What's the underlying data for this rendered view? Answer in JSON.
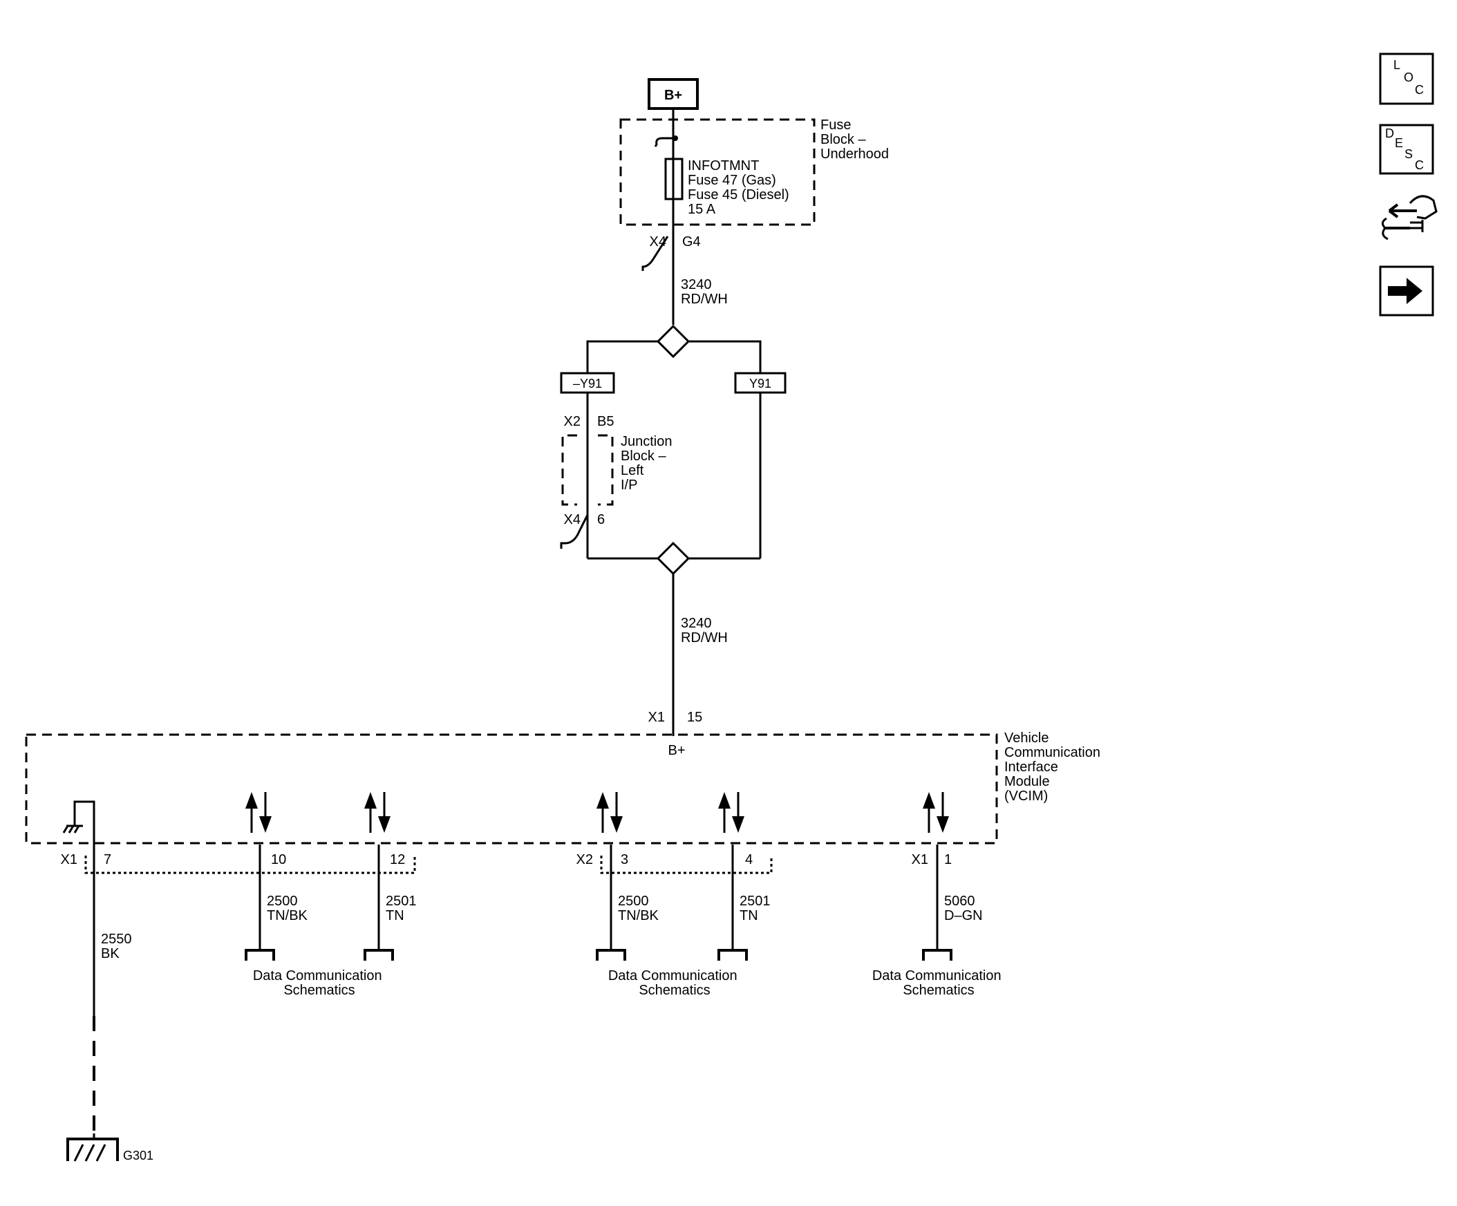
{
  "power": {
    "battery_label": "B+",
    "fuse_block_label": [
      "Fuse",
      "Block –",
      "Underhood"
    ],
    "fuse_label": [
      "INFOTMNT",
      "Fuse 47 (Gas)",
      "Fuse 45 (Diesel)",
      "15 A"
    ],
    "connector": "X4",
    "pin": "G4"
  },
  "wire_upper": {
    "circuit": "3240",
    "color": "RD/WH"
  },
  "options": {
    "left": "–Y91",
    "right": "Y91"
  },
  "junction_block": {
    "label": [
      "Junction",
      "Block –",
      "Left",
      "I/P"
    ],
    "top_connector": "X2",
    "top_pin": "B5",
    "bottom_connector": "X4",
    "bottom_pin": "6"
  },
  "wire_lower": {
    "circuit": "3240",
    "color": "RD/WH"
  },
  "vcim": {
    "label": [
      "Vehicle",
      "Communication",
      "Interface",
      "Module",
      "(VCIM)"
    ],
    "power_connector": "X1",
    "power_pin": "15",
    "power_input": "B+",
    "pins": [
      {
        "connector": "X1",
        "pin": "7",
        "circuit": "2550",
        "color": "BK"
      },
      {
        "connector": "",
        "pin": "10",
        "circuit": "2500",
        "color": "TN/BK"
      },
      {
        "connector": "",
        "pin": "12",
        "circuit": "2501",
        "color": "TN"
      },
      {
        "connector": "X2",
        "pin": "3",
        "circuit": "2500",
        "color": "TN/BK"
      },
      {
        "connector": "",
        "pin": "4",
        "circuit": "2501",
        "color": "TN"
      },
      {
        "connector": "X1",
        "pin": "1",
        "circuit": "5060",
        "color": "D–GN"
      }
    ]
  },
  "destinations": [
    [
      "Data Communication",
      "Schematics"
    ],
    [
      "Data Communication",
      "Schematics"
    ],
    [
      "Data Communication",
      "Schematics"
    ]
  ],
  "ground": {
    "label": "G301"
  },
  "nav": {
    "loc": [
      "L",
      "O",
      "C"
    ],
    "desc": [
      "D",
      "E",
      "S",
      "C"
    ],
    "connector_icon": "connector-wrench-icon",
    "next_icon": "arrow-right-icon"
  }
}
